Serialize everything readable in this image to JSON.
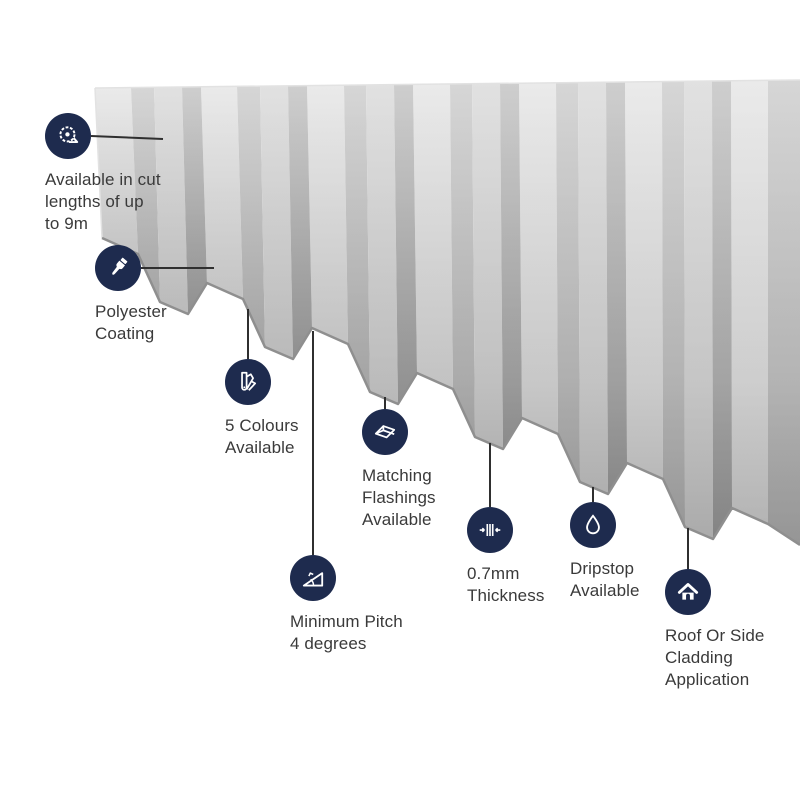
{
  "colors": {
    "badge_navy": "#1e2b4e",
    "text": "#3a3a3a",
    "connector": "#2f2f2f",
    "glyph": "#ffffff",
    "sheet_grey": "#c9c9c9"
  },
  "features": [
    {
      "icon": "tape-measure-icon",
      "label": "Available in cut\nlengths of up\nto 9m"
    },
    {
      "icon": "paintbrush-icon",
      "label": "Polyester\nCoating"
    },
    {
      "icon": "colour-fan-icon",
      "label": "5 Colours\nAvailable"
    },
    {
      "icon": "pitch-angle-icon",
      "label": "Minimum Pitch\n4 degrees"
    },
    {
      "icon": "flashings-icon",
      "label": "Matching\nFlashings\nAvailable"
    },
    {
      "icon": "thickness-icon",
      "label": "0.7mm\nThickness"
    },
    {
      "icon": "droplet-icon",
      "label": "Dripstop\nAvailable"
    },
    {
      "icon": "house-icon",
      "label": "Roof Or Side\nCladding\nApplication"
    }
  ]
}
